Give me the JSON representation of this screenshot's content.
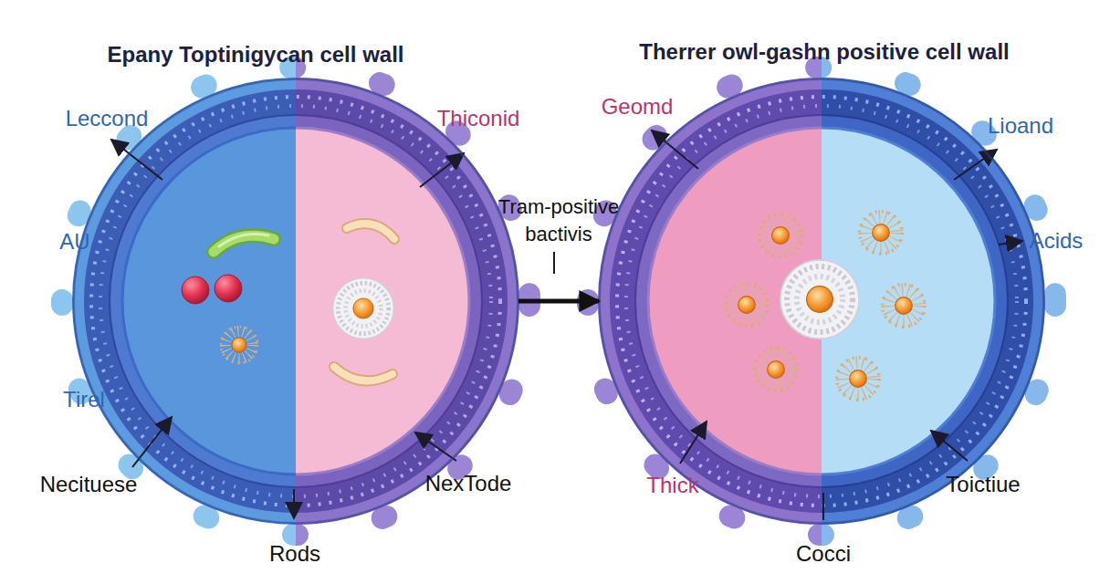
{
  "diagram": {
    "nodes": [
      {
        "text": [
          "Epany Toptinigycan cell wall"
        ]
      },
      {
        "text": [
          "Therrer owl-gashn positive cell wall"
        ]
      }
    ],
    "edges": [
      {
        "from": 0,
        "to": 1,
        "arrow": "to",
        "label": "Tram-positive bactivis"
      }
    ],
    "labels": [
      "Leccond",
      "Thiconid",
      "AU",
      "Tirel",
      "Necituese",
      "Rods",
      "NexTode",
      "Geomd",
      "Lioand",
      "Acids",
      "Thick",
      "Toictiue",
      "Cocci"
    ]
  }
}
